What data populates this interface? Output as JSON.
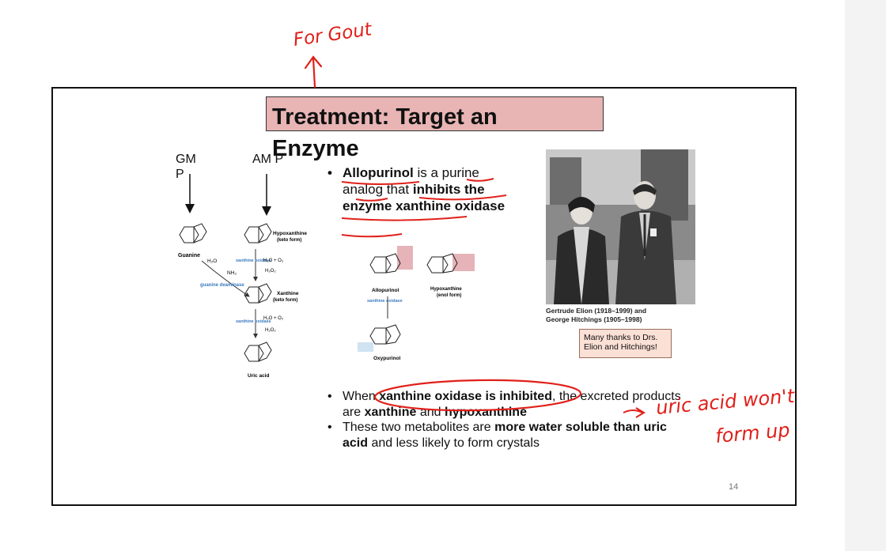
{
  "annotations": {
    "for_gout": "For Gout",
    "uric_acid_line1": "uric acid won't",
    "uric_acid_line2": "form up"
  },
  "slide": {
    "title": "Treatment: Target an Enzyme",
    "page_number": "14",
    "left_diagram": {
      "gmp_label": "GM P",
      "amp_label": "AM P",
      "guanine": "Guanine",
      "h2o": "H₂O",
      "nh3": "NH₃",
      "guanine_deaminase": "guanine deaminase",
      "hypoxanthine": "Hypoxanthine",
      "keto_form": "(keto form)",
      "xanthine_oxidase": "xanthine oxidase",
      "h2o_o2": "H₂O + O₂",
      "h2o2": "H₂O₂",
      "xanthine": "Xanthine",
      "xanthine_keto": "(keto form)",
      "uric_acid": "Uric acid"
    },
    "bullet1": {
      "part1_bold": "Allopurinol",
      "part2": " is a purine analog that ",
      "part3_bold": "inhibits the enzyme xanthine oxidase"
    },
    "mid_diagram": {
      "allopurinol": "Allopurinol",
      "hypoxanthine": "Hypoxanthine",
      "enol_form": "(enol form)",
      "xanthine_oxidase": "xanthine oxidase",
      "oxypurinol": "Oxypurinol"
    },
    "photo": {
      "caption_line1": "Gertrude Elion (1918–1999) and",
      "caption_line2": "George Hitchings (1905–1998)"
    },
    "thanks_box": "Many thanks to Drs. Elion and Hitchings!",
    "bullet2": {
      "part1": "When ",
      "part2_bold": "xanthine oxidase is inhibited",
      "part3": ", the excreted products are ",
      "part4_bold": "xanthine",
      "part5": " and ",
      "part6_bold": "hypoxanthine"
    },
    "bullet3": {
      "part1": "These two metabolites are ",
      "part2_bold": "more water soluble than uric acid",
      "part3": " and less likely to form crystals"
    }
  }
}
